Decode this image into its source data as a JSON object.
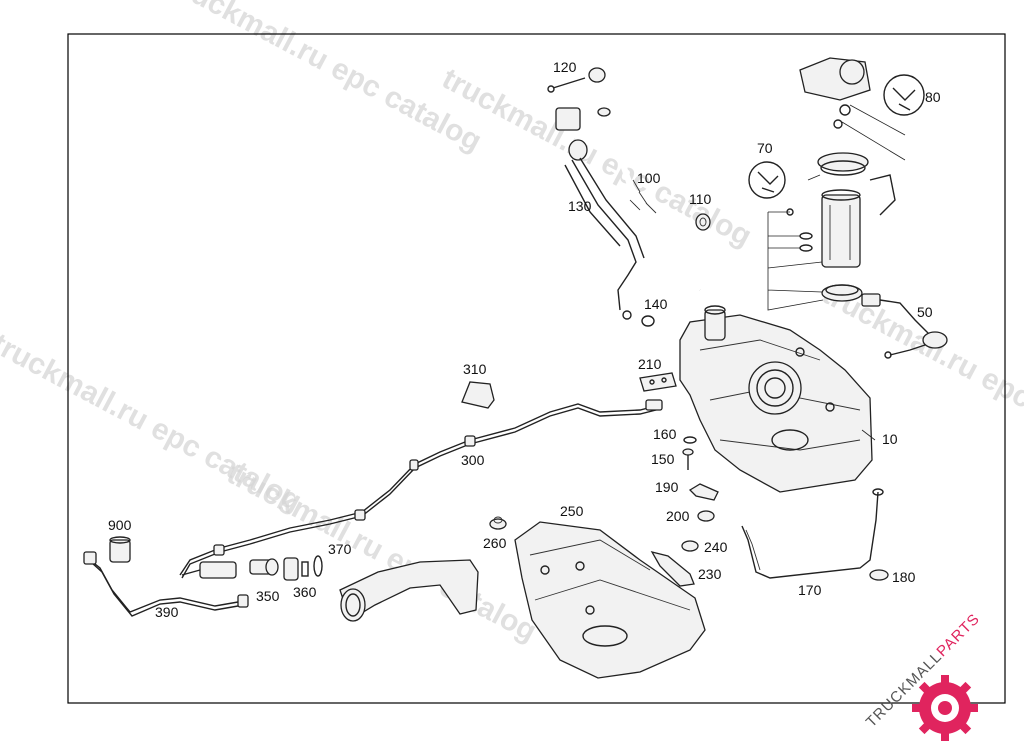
{
  "diagram": {
    "callouts": [
      {
        "id": "c10",
        "label": "10"
      },
      {
        "id": "c50",
        "label": "50"
      },
      {
        "id": "c70",
        "label": "70"
      },
      {
        "id": "c80",
        "label": "80"
      },
      {
        "id": "c100",
        "label": "100"
      },
      {
        "id": "c110",
        "label": "110"
      },
      {
        "id": "c120",
        "label": "120"
      },
      {
        "id": "c130",
        "label": "130"
      },
      {
        "id": "c140",
        "label": "140"
      },
      {
        "id": "c150",
        "label": "150"
      },
      {
        "id": "c160",
        "label": "160"
      },
      {
        "id": "c170",
        "label": "170"
      },
      {
        "id": "c180",
        "label": "180"
      },
      {
        "id": "c190",
        "label": "190"
      },
      {
        "id": "c200",
        "label": "200"
      },
      {
        "id": "c210",
        "label": "210"
      },
      {
        "id": "c230",
        "label": "230"
      },
      {
        "id": "c240",
        "label": "240"
      },
      {
        "id": "c250",
        "label": "250"
      },
      {
        "id": "c260",
        "label": "260"
      },
      {
        "id": "c300",
        "label": "300"
      },
      {
        "id": "c310",
        "label": "310"
      },
      {
        "id": "c350",
        "label": "350"
      },
      {
        "id": "c360",
        "label": "360"
      },
      {
        "id": "c370",
        "label": "370"
      },
      {
        "id": "c390",
        "label": "390"
      },
      {
        "id": "c900",
        "label": "900"
      }
    ]
  },
  "watermarks": [
    "truckmall.ru epc catalog",
    "truckmall.ru epc catalog",
    "truckmall.ru epc catalog",
    "truckmall.ru epc catalog",
    "truckmall.ru epc catalog"
  ],
  "logo": {
    "text_dark": "TRUCKMALL",
    "text_accent": "PARTS",
    "accent_color": "#e0245e"
  },
  "colors": {
    "line": "#222222",
    "watermark": "#d6d6d6",
    "frame": "#000000"
  }
}
